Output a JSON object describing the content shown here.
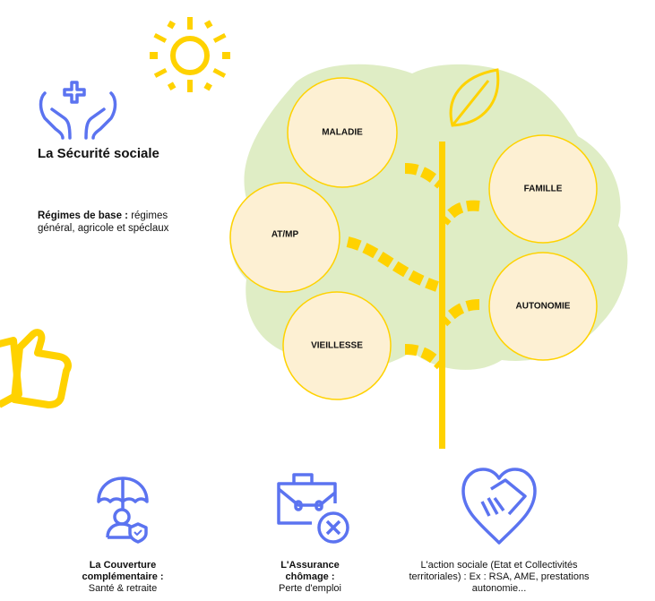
{
  "header": {
    "title": "La Sécurité sociale",
    "regimes_label": "Régimes de base :",
    "regimes_text": "régimes général, agricole et spéclaux"
  },
  "tree": {
    "branches": [
      {
        "label": "MALADIE"
      },
      {
        "label": "FAMILLE"
      },
      {
        "label": "AT/MP"
      },
      {
        "label": "AUTONOMIE"
      },
      {
        "label": "VIEILLESSE"
      }
    ]
  },
  "bottom": [
    {
      "title": "La Couverture complémentaire :",
      "text": "Santé & retraite",
      "icon": "umbrella-person-icon"
    },
    {
      "title": "L'Assurance chômage :",
      "text": "Perte d'emploi",
      "icon": "briefcase-cross-icon"
    },
    {
      "title": "",
      "text": "L'action sociale (Etat et Collectivités territoriales) : Ex : RSA, AME, prestations autonomie...",
      "icon": "heart-handshake-icon"
    }
  ],
  "colors": {
    "yellow": "#FFD200",
    "green": "#DFEDC5",
    "circle": "#FDF0D3",
    "blue": "#5B73F0"
  }
}
